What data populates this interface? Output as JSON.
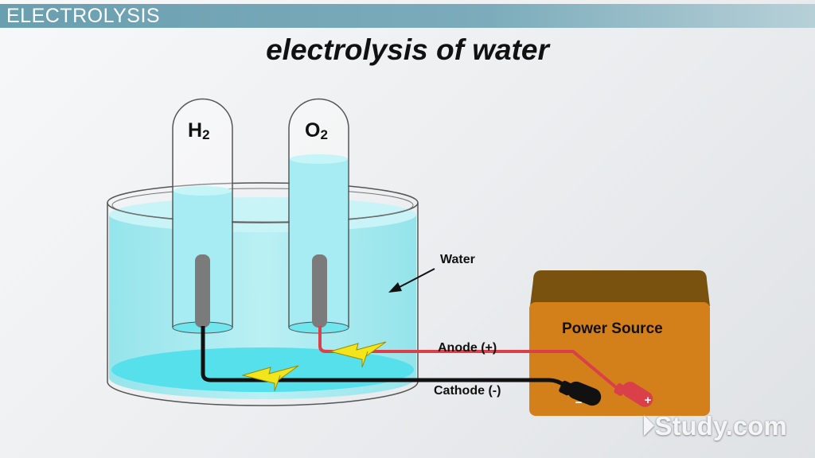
{
  "header": {
    "title": "ELECTROLYSIS"
  },
  "slide": {
    "title": "electrolysis of water"
  },
  "diagram": {
    "tube_left_label": "H",
    "tube_left_sub": "2",
    "tube_right_label": "O",
    "tube_right_sub": "2",
    "water_label": "Water",
    "anode_label": "Anode (+)",
    "cathode_label": "Cathode (-)",
    "power_source_label": "Power Source",
    "negative_symbol": "−",
    "positive_symbol": "+"
  },
  "watermark": {
    "text": "Study.com"
  },
  "colors": {
    "header": "#6a9fb0",
    "water": "#7fe6ee",
    "power_front": "#d37f1a",
    "power_top": "#7a5210",
    "anode_wire": "#d9404a",
    "cathode_wire": "#111111",
    "bolt": "#f2e51c"
  }
}
